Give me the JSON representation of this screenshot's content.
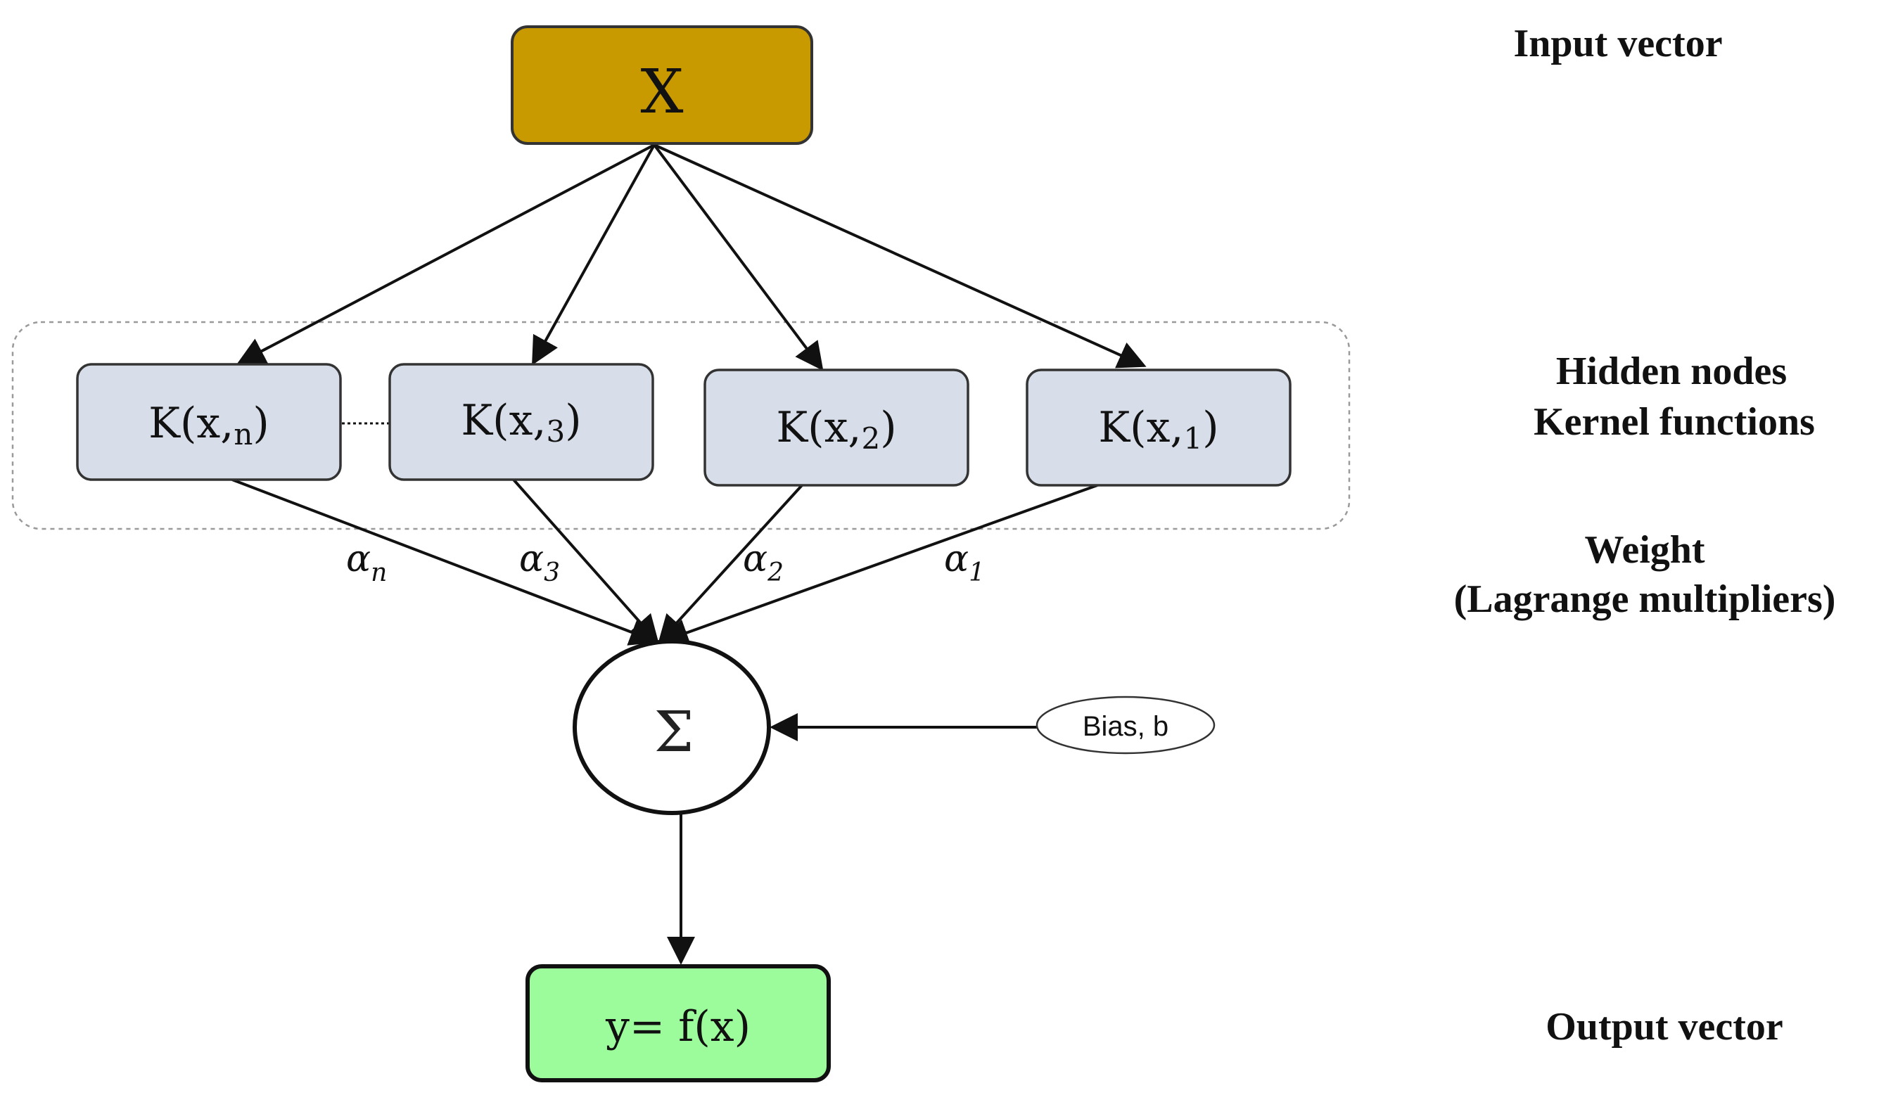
{
  "input_node": {
    "label": "X",
    "fill": "#c99a00"
  },
  "kernel_nodes": [
    {
      "base": "K(x,",
      "sub": "n",
      "close": ")"
    },
    {
      "base": "K(x,",
      "sub": "3",
      "close": ")"
    },
    {
      "base": "K(x,",
      "sub": "2",
      "close": ")"
    },
    {
      "base": "K(x,",
      "sub": "1",
      "close": ")"
    }
  ],
  "kernel_fill": "#d7dee9",
  "weights": [
    {
      "sym": "α",
      "sub": "n"
    },
    {
      "sym": "α",
      "sub": "3"
    },
    {
      "sym": "α",
      "sub": "2"
    },
    {
      "sym": "α",
      "sub": "1"
    }
  ],
  "sum_node": {
    "symbol": "Σ"
  },
  "bias": {
    "label": "Bias, b"
  },
  "output_node": {
    "label": "y= f(x)",
    "fill": "#9cfc9c"
  },
  "side_labels": {
    "input": "Input vector",
    "hidden_line1": "Hidden nodes",
    "hidden_line2": "Kernel functions",
    "weight_line1": "Weight",
    "weight_line2": "(Lagrange multipliers)",
    "output": "Output vector"
  }
}
